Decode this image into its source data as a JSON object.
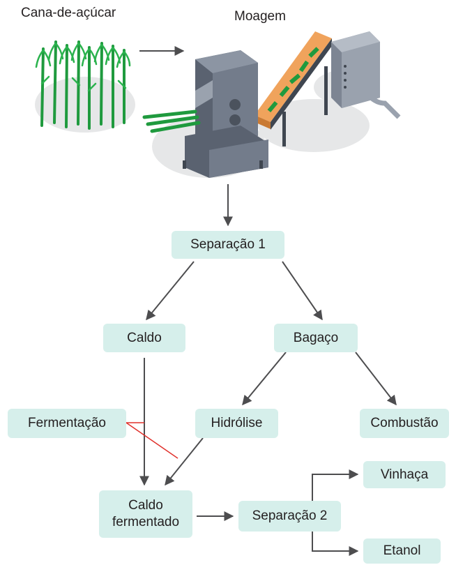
{
  "labels": {
    "cane": "Cana-de-açúcar",
    "milling": "Moagem"
  },
  "nodes": {
    "separacao1": "Separação 1",
    "caldo": "Caldo",
    "bagaco": "Bagaço",
    "fermentacao": "Fermentação",
    "hidrolise": "Hidrólise",
    "combustao": "Combustão",
    "caldo_fermentado_1": "Caldo",
    "caldo_fermentado_2": "fermentado",
    "separacao2": "Separação 2",
    "vinhaca": "Vinhaça",
    "etanol": "Etanol"
  },
  "colors": {
    "box_fill": "#d6efeb",
    "arrow": "#4d4d4f",
    "fermentation_link": "#e0302b",
    "cane_green": "#1f9a3e",
    "machine_body": "#5a6270",
    "conveyor": "#f0a35c"
  }
}
